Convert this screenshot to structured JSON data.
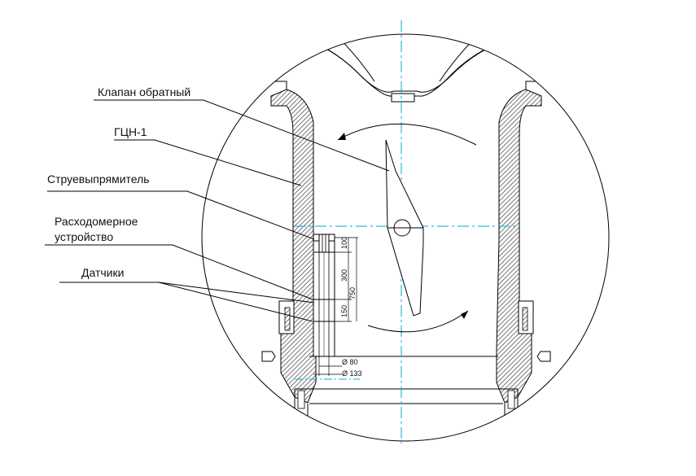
{
  "labels": {
    "check_valve": "Клапан обратный",
    "main_pump": "ГЦН-1",
    "flow_straightener": "Струевыпрямитель",
    "flowmeter_line1": "Расходомерное",
    "flowmeter_line2": "устройство",
    "sensors": "Датчики"
  },
  "dimensions": {
    "d100": "100",
    "d300": "300",
    "d150": "150",
    "d750": "750",
    "dia80": "Ø 80",
    "dia133": "Ø 133"
  },
  "colors": {
    "line": "#000000",
    "centerline": "#00aadd",
    "hatch": "#555555"
  }
}
